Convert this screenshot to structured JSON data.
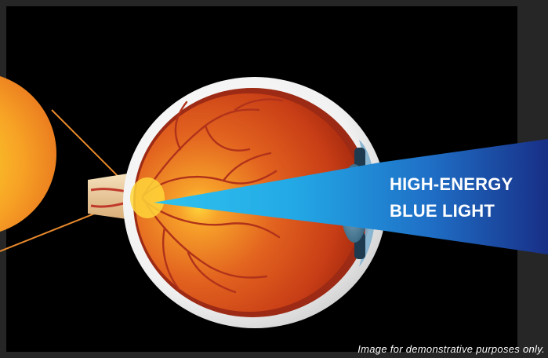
{
  "beam": {
    "label_line1": "HIGH-ENERGY",
    "label_line2": "BLUE LIGHT"
  },
  "caption": "Image for demonstrative purposes only.",
  "colors": {
    "background": "#000000",
    "side_panel": "#262626",
    "beam": "#1a8fd6",
    "macula": "#f7c830",
    "leader_lines": "#e98a2c",
    "retina": "#d4501c"
  }
}
